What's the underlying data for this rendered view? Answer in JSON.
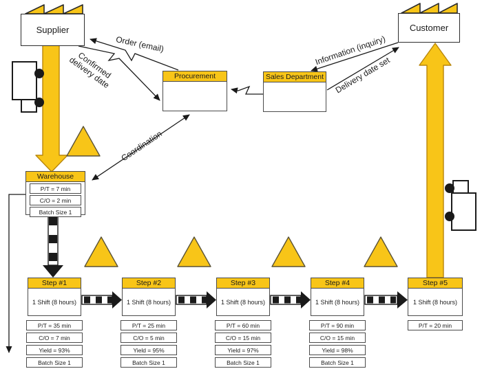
{
  "colors": {
    "yellow": "#F8C518",
    "yellow_border": "#B8860B",
    "box_border": "#4a4a4a",
    "line": "#1a1a1a"
  },
  "supplier": {
    "label": "Supplier"
  },
  "customer": {
    "label": "Customer"
  },
  "procurement": {
    "title": "Procurement"
  },
  "sales_department": {
    "title": "Sales Department"
  },
  "warehouse": {
    "title": "Warehouse",
    "data_rows": [
      "P/T = 7 min",
      "C/O = 2 min",
      "Batch Size 1"
    ]
  },
  "info_flows": {
    "order": "Order (email)",
    "confirmed_delivery": "Confirmed delivery date",
    "information_inquiry": "Information (inquiry)",
    "delivery_date_set": "Delivery date set",
    "coordination": "Coordination"
  },
  "steps": [
    {
      "title": "Step #1",
      "shift": "1 Shift (8 hours)",
      "data_rows": [
        "P/T = 35 min",
        "C/O = 7 min",
        "Yield = 93%",
        "Batch Size 1"
      ]
    },
    {
      "title": "Step #2",
      "shift": "1 Shift (8 hours)",
      "data_rows": [
        "P/T = 25 min",
        "C/O = 5 min",
        "Yield = 95%",
        "Batch Size 1"
      ]
    },
    {
      "title": "Step #3",
      "shift": "1 Shift (8 hours)",
      "data_rows": [
        "P/T = 60 min",
        "C/O = 15 min",
        "Yield = 97%",
        "Batch Size 1"
      ]
    },
    {
      "title": "Step #4",
      "shift": "1 Shift (8 hours)",
      "data_rows": [
        "P/T = 90 min",
        "C/O = 15 min",
        "Yield = 98%",
        "Batch Size 1"
      ]
    },
    {
      "title": "Step #5",
      "shift": "1 Shift (8 hours)",
      "data_rows": [
        "P/T = 20 min"
      ]
    }
  ]
}
